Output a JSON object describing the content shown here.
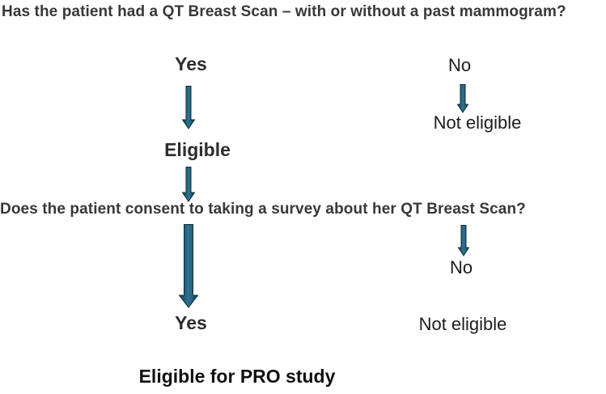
{
  "flow": {
    "question1": "Has the patient had a QT Breast Scan – with or without a past mammogram?",
    "question2": "Does the patient consent to taking a survey about her QT Breast Scan?",
    "left": {
      "answer1": "Yes",
      "outcome1": "Eligible",
      "answer2": "Yes",
      "final_outcome": "Eligible for PRO study"
    },
    "right": {
      "answer1": "No",
      "outcome1": "Not eligible",
      "answer2": "No",
      "outcome2": "Not eligible"
    },
    "colors": {
      "arrow_fill_center": "#2f7292",
      "arrow_fill_edge": "#164050",
      "arrow_outline": "#0e2d3a",
      "question_text": "#383838",
      "emphasis_text": "#2d2d2d",
      "plain_text": "#1c1c1c"
    }
  }
}
